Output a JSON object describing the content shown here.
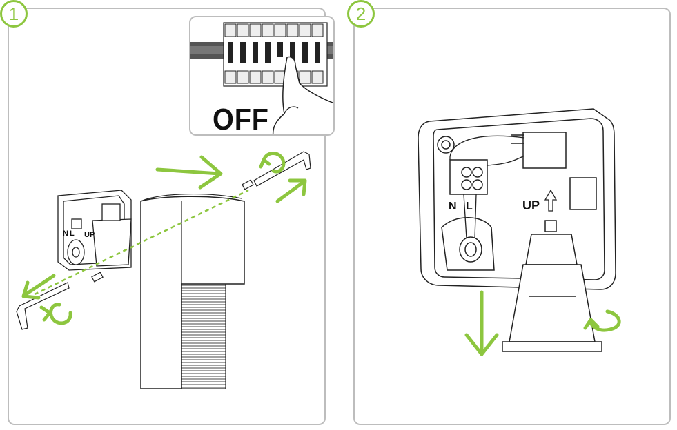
{
  "steps": [
    {
      "number": "1",
      "inset_label": "OFF",
      "labels": {
        "neutral": "N",
        "live": "L",
        "up": "UP"
      }
    },
    {
      "number": "2",
      "labels": {
        "neutral": "N",
        "live": "L",
        "up": "UP"
      }
    }
  ],
  "colors": {
    "accent": "#8dc63f",
    "line": "#222222",
    "frame": "#bdbdbd"
  },
  "icons": [
    "circuit-breaker-icon",
    "hand-icon",
    "hex-key-icon",
    "rotate-arrow-icon",
    "direction-arrow-icon",
    "gu10-lamp-icon"
  ]
}
